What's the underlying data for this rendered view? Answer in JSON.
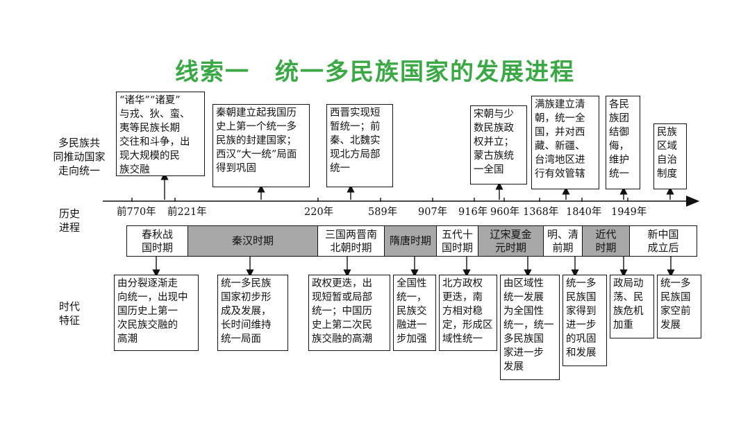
{
  "title": "线索一　统一多民族国家的发展进程",
  "row_labels": {
    "top": "多民族共\n同推动国家\n走向统一",
    "middle": "历史\n进程",
    "bottom": "时代\n特征"
  },
  "top_boxes": [
    "“诸华”“诸夏”\n与戎、狄、蛮、\n夷等民族长期\n交往和斗争，出\n现大规模的民\n族交融",
    "秦朝建立起我国历\n史上第一个统一多\n民族的封建国家；\n西汉“大一统”局面\n得到巩固",
    "西晋实现短\n暂统一；前\n秦、北魏实\n现北方局部\n统一",
    "宋朝与少\n数民族政\n权并立；\n蒙古族统\n一全国",
    "满族建立清\n朝，统一全\n国，并对西\n藏、新疆、\n台湾地区进\n行有效管辖",
    "各民\n族团\n结御\n侮，\n维护\n统一",
    "民族\n区域\n自治\n制度"
  ],
  "timeline_ticks": [
    "前770年",
    "前221年",
    "220年",
    "589年",
    "907年",
    "916年",
    "960年",
    "1368年",
    "1840年",
    "1949年"
  ],
  "periods": [
    {
      "label": "春秋战\n国时期",
      "shade": "white"
    },
    {
      "label": "秦汉时期",
      "shade": "gray"
    },
    {
      "label": "三国两晋南\n北朝时期",
      "shade": "white"
    },
    {
      "label": "隋唐时期",
      "shade": "gray"
    },
    {
      "label": "五代十\n国时期",
      "shade": "white"
    },
    {
      "label": "辽宋夏金\n元时期",
      "shade": "gray"
    },
    {
      "label": "明、清\n前期",
      "shade": "white"
    },
    {
      "label": "近代\n时期",
      "shade": "gray"
    },
    {
      "label": "新中国\n成立后",
      "shade": "white"
    }
  ],
  "bottom_boxes": [
    "由分裂逐渐走\n向统一，出现中\n国历史上第一\n次民族交融的\n高潮",
    "统一多民族\n国家初步形\n成及发展，\n长时间维持\n统一局面",
    "政权更迭，出\n现短暂或局部\n统一；中国历\n史上第二次民\n族交融的高潮",
    "全国性\n统一，\n民族交\n融进一\n步加强",
    "北方政权\n更迭，南\n方相对稳\n定，形成区\n域性统一",
    "由区域性\n统一发展\n为全国性\n统一，统一\n多民族国\n家进一步\n发展",
    "统一多\n民族国\n家得到\n进一步\n的巩固\n和发展",
    "政局动\n荡、民\n族危机\n加重",
    "统一多\n民族国\n家空前\n发展"
  ],
  "colors": {
    "title": "#3aa845",
    "gray_period": "#a8a8a8",
    "line": "#111111"
  }
}
